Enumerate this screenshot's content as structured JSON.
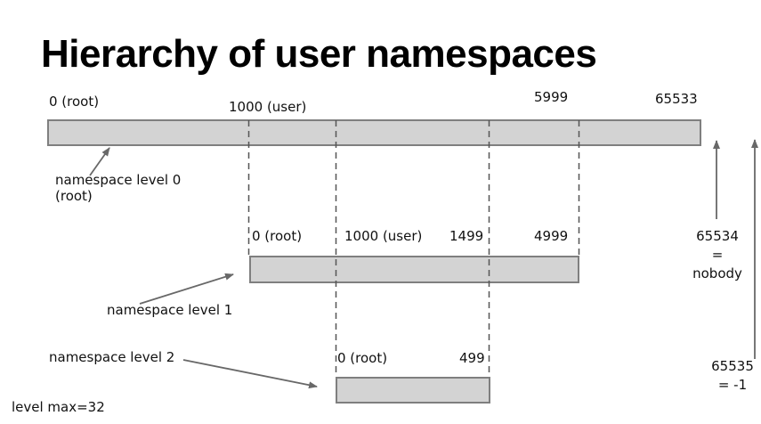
{
  "title": "Hierarchy of user namespaces",
  "footnote": "level max=32",
  "level0": {
    "caption_line1": "namespace level 0",
    "caption_line2": "(root)",
    "ticks": {
      "t0": "0 (root)",
      "t1000": "1000 (user)",
      "t5999": "5999",
      "t65533": "65533"
    }
  },
  "level1": {
    "caption": "namespace level 1",
    "ticks": {
      "t0": "0 (root)",
      "t1000": "1000 (user)",
      "t1499": "1499",
      "t4999": "4999"
    }
  },
  "level2": {
    "caption": "namespace level 2",
    "ticks": {
      "t0": "0 (root)",
      "t499": "499"
    }
  },
  "right_annotations": {
    "nobody": {
      "value": "65534",
      "eq": "=",
      "alias": "nobody"
    },
    "minus_one": {
      "value": "65535",
      "eq": "= -1"
    }
  },
  "colors": {
    "bar_fill": "#d3d3d3",
    "bar_border": "#7f7f7f",
    "dash_line": "#555555",
    "arrow": "#686868",
    "text": "#111111"
  }
}
